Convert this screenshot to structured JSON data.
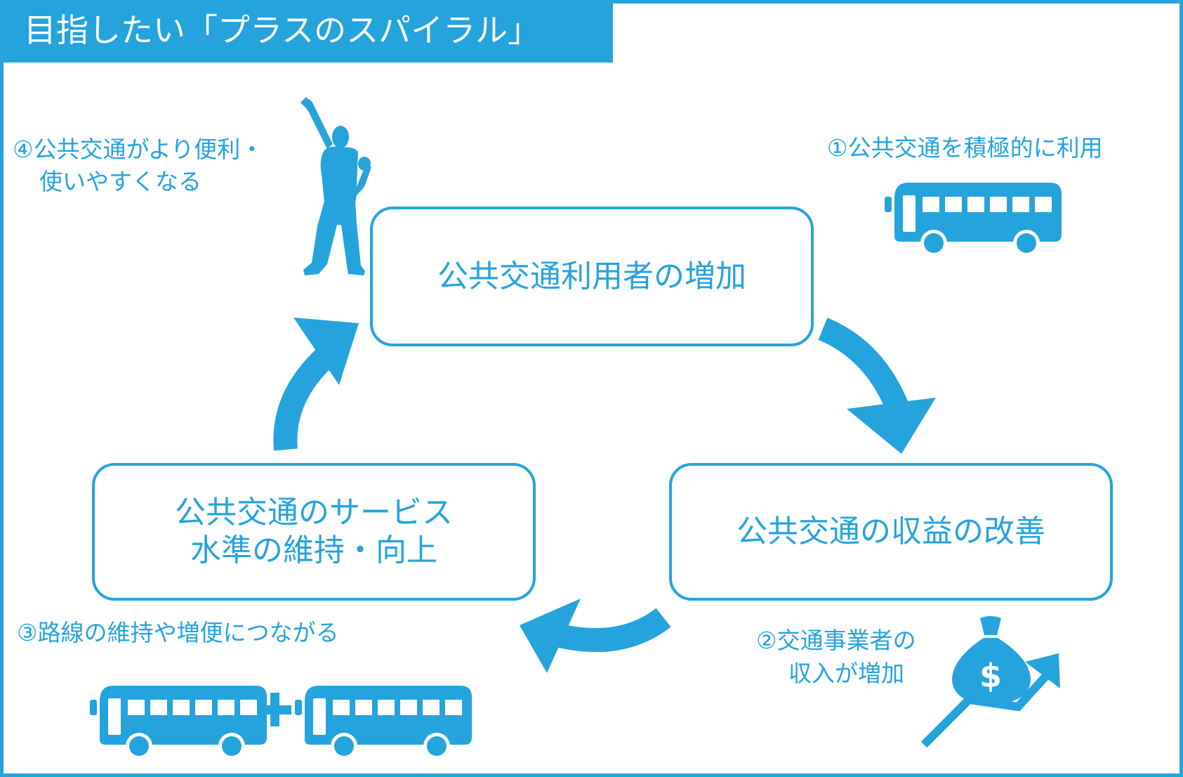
{
  "title": "目指したい「プラスのスパイラル」",
  "nodes": {
    "users": "公共交通利用者の増加",
    "revenue": "公共交通の収益の改善",
    "service_line1": "公共交通のサービス",
    "service_line2": "水準の維持・向上"
  },
  "steps": {
    "step1": "①公共交通を積極的に利用",
    "step2_line1": "②交通事業者の",
    "step2_line2": "収入が増加",
    "step3": "③路線の維持や増便につながる",
    "step4_line1": "④公共交通がより便利・",
    "step4_line2": "使いやすくなる"
  },
  "icons": {
    "bus_single": "bus-icon",
    "bus_pair": "bus-plus-bus-icon",
    "person": "cheering-person-icon",
    "money": "money-bag-dollar-icon",
    "growth": "rising-arrow-icon"
  },
  "money_symbol": "$",
  "colors": {
    "accent": "#25a3dd",
    "background": "#ffffff"
  }
}
